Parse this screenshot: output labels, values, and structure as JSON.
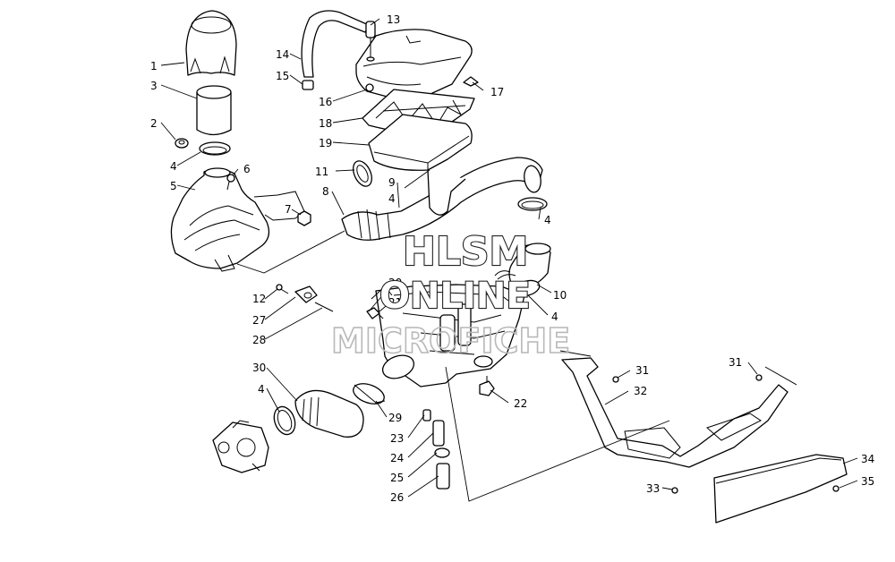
{
  "callouts": {
    "c1": "1",
    "c2": "2",
    "c3": "3",
    "c4a": "4",
    "c4b": "4",
    "c4c": "4",
    "c4d": "4",
    "c4e": "4",
    "c5": "5",
    "c6": "6",
    "c7": "7",
    "c8": "8",
    "c9": "9",
    "c10": "10",
    "c11": "11",
    "c12": "12",
    "c13": "13",
    "c14": "14",
    "c15": "15",
    "c16": "16",
    "c17": "17",
    "c18": "18",
    "c19": "19",
    "c20": "20",
    "c21": "21",
    "c22": "22",
    "c23": "23",
    "c24": "24",
    "c25": "25",
    "c26": "26",
    "c27": "27",
    "c28": "28",
    "c29": "29",
    "c30": "30",
    "c31a": "31",
    "c31b": "31",
    "c32": "32",
    "c33": "33",
    "c34": "34",
    "c35": "35"
  },
  "watermark": {
    "line1": "HLSM",
    "line2": "ONLINE",
    "line3": "MICROFICHE"
  }
}
